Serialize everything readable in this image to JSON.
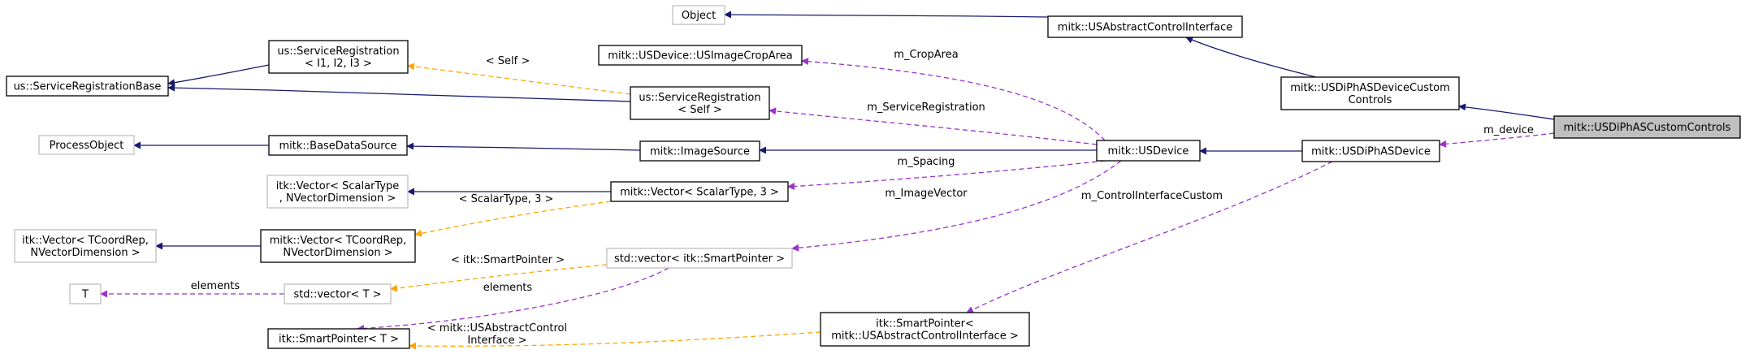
{
  "diagram": {
    "nodes": {
      "object": [
        "Object"
      ],
      "us_abstract_ci": [
        "mitk::USAbstractControlInterface"
      ],
      "crop_area": [
        "mitk::USDevice::USImageCropArea"
      ],
      "service_reg_i": [
        "us::ServiceRegistration",
        "< I1, I2, I3 >"
      ],
      "service_reg_base": [
        "us::ServiceRegistrationBase"
      ],
      "service_reg_self": [
        "us::ServiceRegistration",
        "< Self >"
      ],
      "diphas_dev_custom": [
        "mitk::USDiPhASDeviceCustom",
        "Controls"
      ],
      "diphas_custom_controls": [
        "mitk::USDiPhASCustomControls"
      ],
      "process_object": [
        "ProcessObject"
      ],
      "base_data_source": [
        "mitk::BaseDataSource"
      ],
      "image_source": [
        "mitk::ImageSource"
      ],
      "usdevice": [
        "mitk::USDevice"
      ],
      "diphas_device": [
        "mitk::USDiPhASDevice"
      ],
      "itk_vector_scalar": [
        "itk::Vector< ScalarType",
        ", NVectorDimension >"
      ],
      "mitk_vector_scalar": [
        "mitk::Vector< ScalarType, 3 >"
      ],
      "itk_vector_tcoord": [
        "itk::Vector< TCoordRep,",
        "NVectorDimension >"
      ],
      "mitk_vector_tcoord": [
        "mitk::Vector< TCoordRep,",
        "NVectorDimension >"
      ],
      "std_vector_sp": [
        "std::vector< itk::SmartPointer >"
      ],
      "t": [
        "T"
      ],
      "std_vector_t": [
        "std::vector< T >"
      ],
      "itk_sp_t": [
        "itk::SmartPointer< T >"
      ],
      "itk_sp_ci": [
        "itk::SmartPointer<",
        "mitk::USAbstractControlInterface >"
      ]
    },
    "edge_labels": {
      "self": [
        "< Self >"
      ],
      "crop_area": [
        "m_CropArea"
      ],
      "service_registration": [
        "m_ServiceRegistration"
      ],
      "device": [
        "m_device"
      ],
      "spacing": [
        "m_Spacing"
      ],
      "image_vector": [
        "m_ImageVector"
      ],
      "scalar_type_3": [
        "< ScalarType, 3 >"
      ],
      "control_interface_custom": [
        "m_ControlInterfaceCustom"
      ],
      "sp_template": [
        "< itk::SmartPointer >"
      ],
      "elements_t": [
        "elements"
      ],
      "elements_sp": [
        "elements"
      ],
      "ci_template": [
        "< mitk::USAbstractControl",
        "Interface >"
      ]
    },
    "colors": {
      "inheritance": "#191970",
      "usage": "#9a32cd",
      "template": "#ffa500",
      "gray_border": "#bfbfbf",
      "selected_fill": "#bfbfbf"
    }
  }
}
